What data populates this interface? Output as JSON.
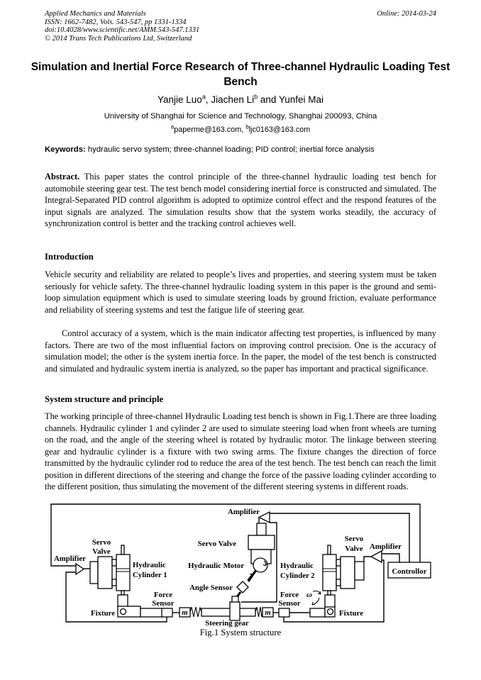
{
  "header": {
    "journal": "Applied Mechanics and Materials",
    "issn_line": "ISSN: 1662-7482, Vols. 543-547, pp 1331-1334",
    "doi_line": "doi:10.4028/www.scientific.net/AMM.543-547.1331",
    "copyright_line": "© 2014 Trans Tech Publications Ltd, Switzerland",
    "online": "Online: 2014-03-24"
  },
  "title": "Simulation and Inertial Force Research of Three-channel Hydraulic Loading Test Bench",
  "authors": {
    "name1": "Yanjie Luo",
    "sup1": "a",
    "sep1": ", ",
    "name2": "Jiachen Li",
    "sup2": "b",
    "sep2": " and ",
    "name3": "Yunfei Mai"
  },
  "affiliation": "University of Shanghai for Science and Technology, Shanghai 200093, China",
  "emails": {
    "sup1": "a",
    "email1": "paperme@163.com",
    "sep": ", ",
    "sup2": "b",
    "email2": "ljc0163@163.com"
  },
  "keywords": {
    "label": "Keywords:",
    "text": " hydraulic servo system; three-channel loading; PID control; inertial force analysis"
  },
  "abstract": {
    "label": "Abstract.",
    "text": " This paper states the control principle of the three-channel hydraulic loading test bench for automobile steering gear test. The test bench model considering inertial force is constructed and simulated. The Integral-Separated PID control algorithm is adopted to optimize control effect and the respond features of the input signals are analyzed. The simulation results show that the system works steadily, the accuracy of synchronization control is better and the tracking control achieves well."
  },
  "sections": {
    "intro_heading": "Introduction",
    "intro_p1": "Vehicle security and reliability are related to people’s lives and properties, and steering system must be taken seriously for vehicle safety. The three-channel hydraulic loading system in this paper is the ground and semi-loop simulation equipment which is used to simulate steering loads by ground friction, evaluate performance and reliability of steering systems and test the fatigue life of steering gear.",
    "intro_p2": "Control accuracy of a system, which is the main indicator affecting test properties, is influenced by many factors. There are two of the most influential factors on improving control precision. One is the accuracy of simulation model; the other is the system inertia force. In the paper, the model of the test bench is constructed and simulated and hydraulic system inertia is analyzed, so the paper has important and practical significance.",
    "system_heading": "System structure and principle",
    "system_p1": "The working principle of three-channel Hydraulic Loading test bench is shown in Fig.1.There are three loading channels. Hydraulic cylinder 1 and cylinder 2 are used to simulate steering load when front wheels are turning on the road, and the angle of the steering wheel is rotated by hydraulic motor. The linkage between steering gear and hydraulic cylinder is a fixture with two swing arms. The fixture changes the direction of force transmitted by the hydraulic cylinder rod to reduce the area of the test bench. The test bench can reach the limit position in different directions of the steering and change the force of the passive loading cylinder according to the different position, thus simulating the movement of the different steering systems in different roads."
  },
  "figure": {
    "caption": "Fig.1 System structure",
    "labels": {
      "amp_top": "Amplifier",
      "amp_left": "Amplifier",
      "amp_right": "Amplifier",
      "servo_left1": "Servo",
      "servo_left2": "Valve",
      "servo_center": "Servo Valve",
      "servo_right1": "Servo",
      "servo_right2": "Valve",
      "cyl1_1": "Hydraulic",
      "cyl1_2": "Cylinder 1",
      "cyl2_1": "Hydraulic",
      "cyl2_2": "Cylinder 2",
      "motor": "Hydraulic Motor",
      "angle": "Angle Sensor",
      "force1_1": "Force",
      "force1_2": "Sensor",
      "force2_1": "Force",
      "force2_2": "Sensor",
      "fixture_left": "Fixture",
      "fixture_right": "Fixture",
      "steering": "Steering gear",
      "controller": "Controllor",
      "m1": "m",
      "m2": "m",
      "omega": "ω"
    }
  }
}
